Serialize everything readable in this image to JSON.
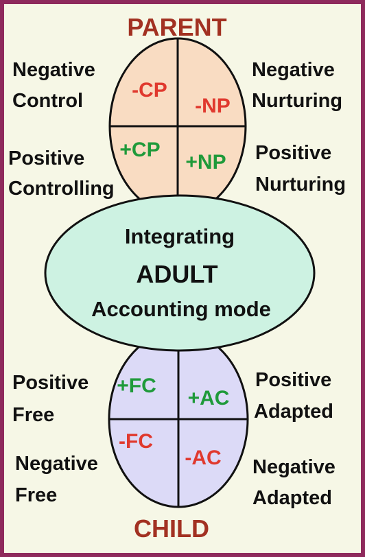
{
  "colors": {
    "border": "#8e2a5c",
    "background": "#f6f7e6",
    "parent_fill": "#f9dcc2",
    "adult_fill": "#cdf2e2",
    "child_fill": "#dcdaf7",
    "negative": "#e0392e",
    "positive": "#1f9a3a",
    "heading": "#a23122"
  },
  "parent": {
    "heading": "PARENT",
    "cells": [
      {
        "label": "-CP",
        "polarity": "negative"
      },
      {
        "label": "-NP",
        "polarity": "negative"
      },
      {
        "label": "+CP",
        "polarity": "positive"
      },
      {
        "label": "+NP",
        "polarity": "positive"
      }
    ],
    "left": [
      {
        "line1": "Negative",
        "line2": "Control"
      },
      {
        "line1": "Positive",
        "line2": "Controlling"
      }
    ],
    "right": [
      {
        "line1": "Negative",
        "line2": "Nurturing"
      },
      {
        "line1": "Positive",
        "line2": "Nurturing"
      }
    ]
  },
  "adult": {
    "line1": "Integrating",
    "line2": "ADULT",
    "line3": "Accounting mode"
  },
  "child": {
    "heading": "CHILD",
    "cells": [
      {
        "label": "+FC",
        "polarity": "positive"
      },
      {
        "label": "+AC",
        "polarity": "positive"
      },
      {
        "label": "-FC",
        "polarity": "negative"
      },
      {
        "label": "-AC",
        "polarity": "negative"
      }
    ],
    "left": [
      {
        "line1": "Positive",
        "line2": "Free"
      },
      {
        "line1": "Negative",
        "line2": "Free"
      }
    ],
    "right": [
      {
        "line1": "Positive",
        "line2": "Adapted"
      },
      {
        "line1": "Negative",
        "line2": "Adapted"
      }
    ]
  }
}
